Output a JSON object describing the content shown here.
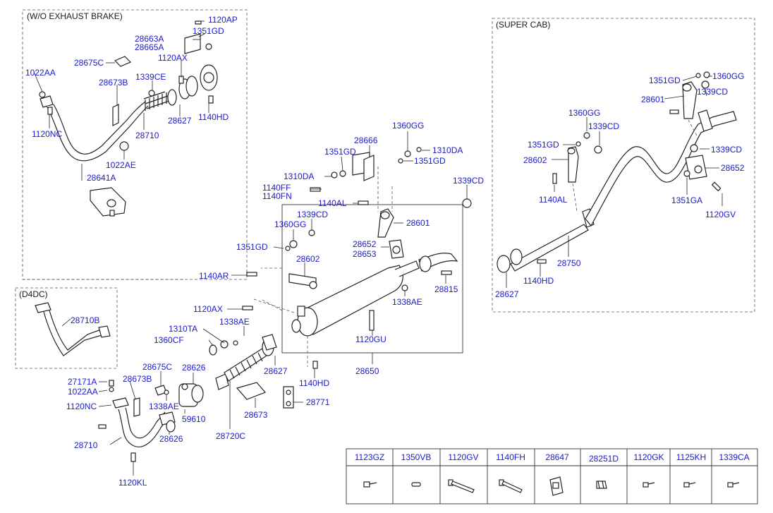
{
  "sections": {
    "exhaust_brake": "(W/O EXHAUST BRAKE)",
    "super_cab": "(SUPER CAB)",
    "d4dc": "(D4DC)"
  },
  "callouts": {
    "c1120AP": "1120AP",
    "c1351GD_a": "1351GD",
    "c28663A": "28663A",
    "c28665A": "28665A",
    "c28675C_a": "28675C",
    "c1120AX_a": "1120AX",
    "c1022AA_a": "1022AA",
    "c28673B_a": "28673B",
    "c1339CE": "1339CE",
    "c28627_a": "28627",
    "c1140HD_a": "1140HD",
    "c1120NC_a": "1120NC",
    "c28710_a": "28710",
    "c1022AE": "1022AE",
    "c28641A": "28641A",
    "c28710B": "28710B",
    "c28666": "28666",
    "c1360GG_a": "1360GG",
    "c1310DA_a": "1310DA",
    "c1351GD_b": "1351GD",
    "c1351GD_c": "1351GD",
    "c1310DA_b": "1310DA",
    "c1140FF": "1140FF",
    "c1140FN": "1140FN",
    "c1339CD_a": "1339CD",
    "c1140AL_a": "1140AL",
    "c1339CD_b": "1339CD",
    "c1360GG_b": "1360GG",
    "c28601_a": "28601",
    "c1351GD_d": "1351GD",
    "c28652_a": "28652",
    "c28653": "28653",
    "c28602_a": "28602",
    "c1140AR": "1140AR",
    "c28815": "28815",
    "c1338AE_a": "1338AE",
    "c1120AX_b": "1120AX",
    "c1310TA": "1310TA",
    "c1338AE_b": "1338AE",
    "c1360CF": "1360CF",
    "c1120GU": "1120GU",
    "c28675C_b": "28675C",
    "c28626_a": "28626",
    "c28627_b": "28627",
    "c28650": "28650",
    "c27171A": "27171A",
    "c28673B_b": "28673B",
    "c1022AA_b": "1022AA",
    "c1120NC_b": "1120NC",
    "c1338AE_c": "1338AE",
    "c1140HD_b": "1140HD",
    "c59610": "59610",
    "c28673": "28673",
    "c28771": "28771",
    "c28720C": "28720C",
    "c28710_b": "28710",
    "c28626_b": "28626",
    "c1120KL": "1120KL",
    "c1351GD_e": "1351GD",
    "c1360GG_c": "1360GG",
    "c28601_b": "28601",
    "c1339CD_c": "1339CD",
    "c1360GG_d": "1360GG",
    "c1339CD_d": "1339CD",
    "c1351GD_f": "1351GD",
    "c1339CD_e": "1339CD",
    "c28602_b": "28602",
    "c28652_b": "28652",
    "c1140AL_b": "1140AL",
    "c1351GA": "1351GA",
    "c1120GV": "1120GV",
    "c28750": "28750",
    "c28627_c": "28627",
    "c1140HD_c": "1140HD"
  },
  "parts_table": {
    "headers": [
      "1123GZ",
      "1350VB",
      "1120GV",
      "1140FH",
      "28647",
      "28251D",
      "1120GK",
      "1125KH",
      "1339CA"
    ]
  }
}
